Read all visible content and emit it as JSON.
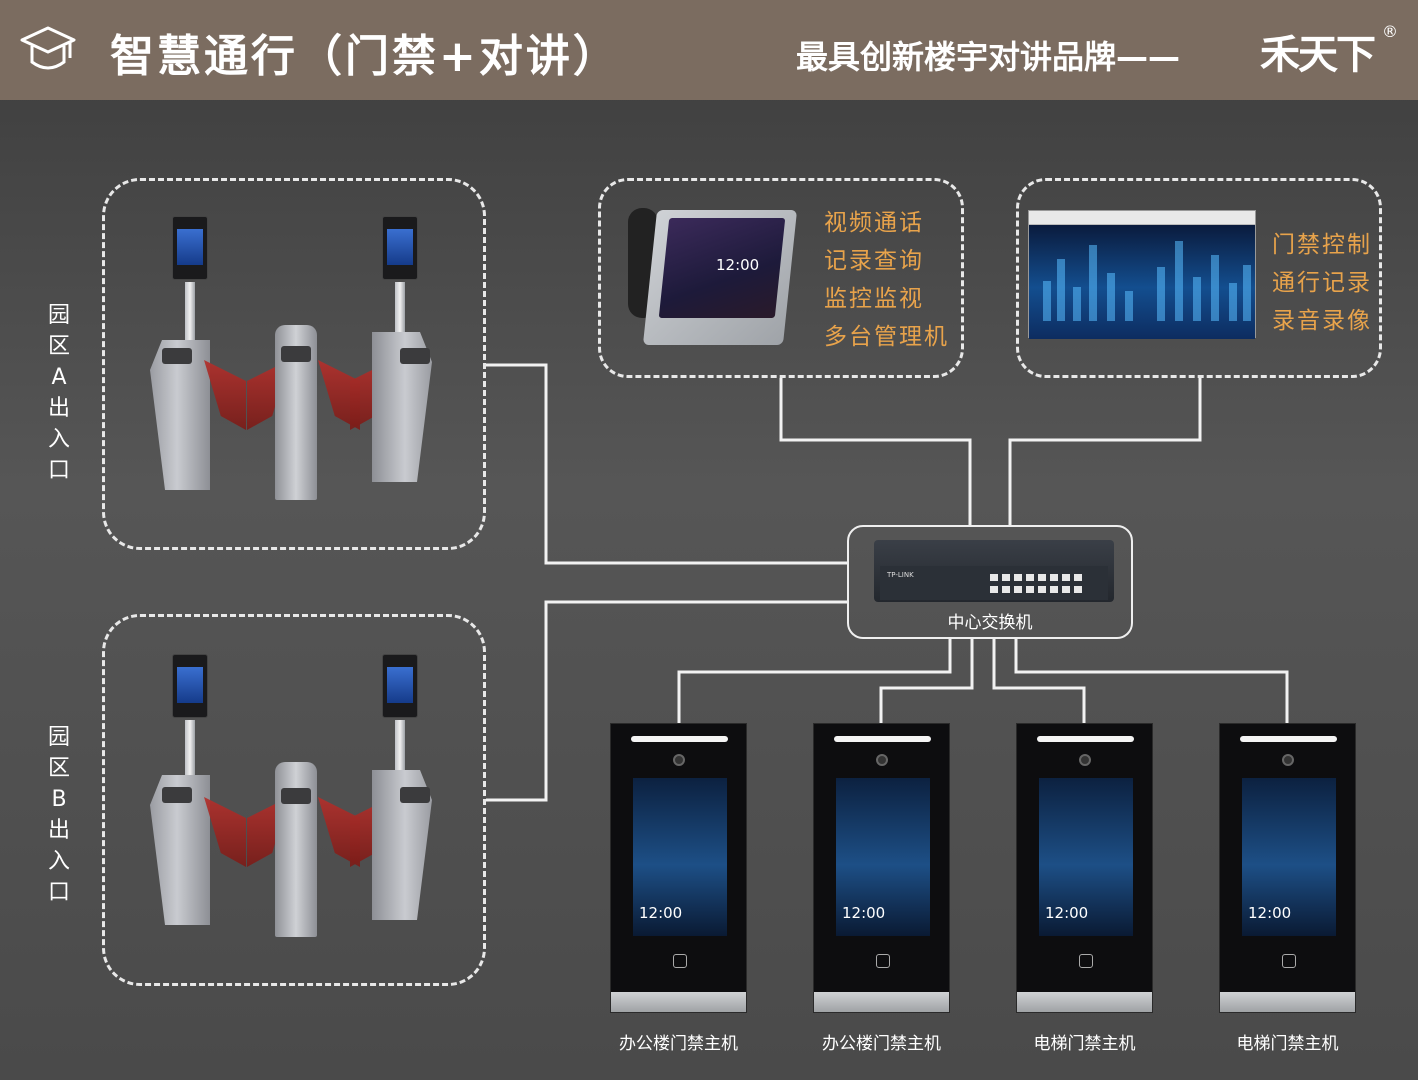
{
  "header": {
    "title": "智慧通行（门禁+对讲）",
    "tagline": "最具创新楼宇对讲品牌——",
    "brand": "禾天下",
    "brand_mark": "®",
    "icon": "graduation-cap-icon"
  },
  "zones": {
    "a": {
      "label_chars": [
        "园",
        "区",
        "A",
        "出",
        "入",
        "口"
      ]
    },
    "b": {
      "label_chars": [
        "园",
        "区",
        "B",
        "出",
        "入",
        "口"
      ]
    }
  },
  "monitor": {
    "screen_time": "12:00",
    "functions": [
      "视频通话",
      "记录查询",
      "监控监视",
      "多台管理机"
    ]
  },
  "software": {
    "functions": [
      "门禁控制",
      "通行记录",
      "录音录像"
    ]
  },
  "switch": {
    "brand": "TP-LINK",
    "label": "中心交换机"
  },
  "stations": [
    {
      "label": "办公楼门禁主机",
      "time": "12:00"
    },
    {
      "label": "办公楼门禁主机",
      "time": "12:00"
    },
    {
      "label": "电梯门禁主机",
      "time": "12:00"
    },
    {
      "label": "电梯门禁主机",
      "time": "12:00"
    }
  ],
  "colors": {
    "header_bg": "#7b6c60",
    "accent_text": "#e8a34b",
    "line": "#f2f2f2"
  }
}
